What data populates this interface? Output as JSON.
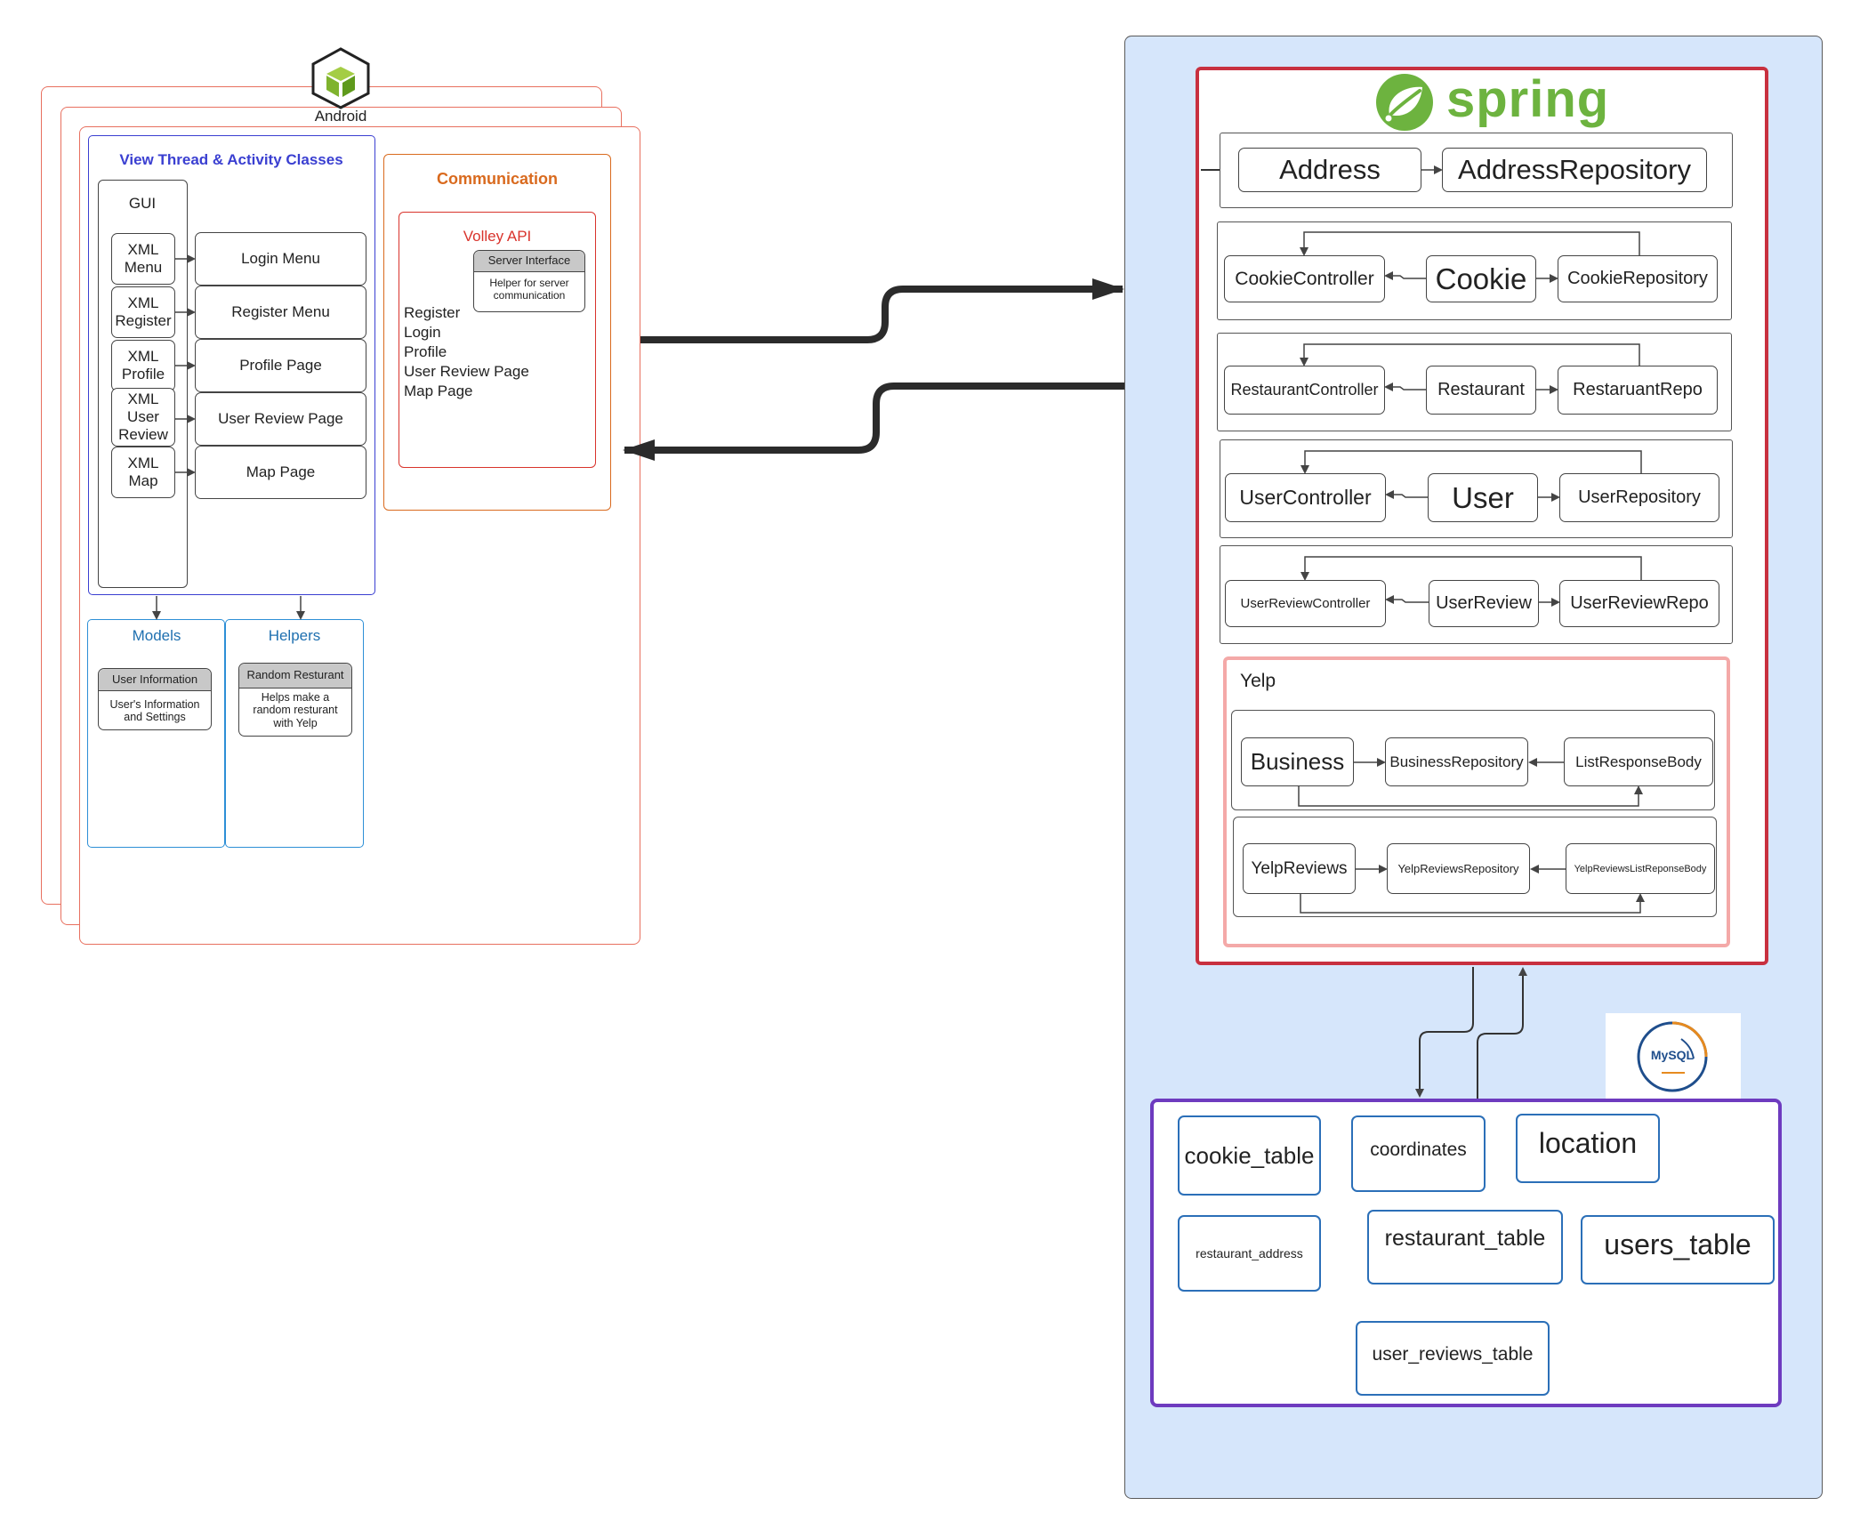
{
  "android": {
    "label": "Android",
    "view_thread": {
      "title": "View Thread & Activity Classes",
      "gui_label": "GUI",
      "xml_items": [
        "XML Menu",
        "XML Register",
        "XML Profile",
        "XML User Review",
        "XML Map"
      ],
      "pages": [
        "Login Menu",
        "Register Menu",
        "Profile Page",
        "User Review Page",
        "Map Page"
      ]
    },
    "communication": {
      "title": "Communication",
      "volley_title": "Volley API",
      "server_interface": {
        "title": "Server Interface",
        "body": "Helper for server communication"
      },
      "requests": [
        "Register",
        "Login",
        "Profile",
        "User Review Page",
        "Map Page"
      ]
    },
    "models": {
      "title": "Models",
      "card": {
        "title": "User Information",
        "body": "User's Information and Settings"
      }
    },
    "helpers": {
      "title": "Helpers",
      "card": {
        "title": "Random Resturant",
        "body": "Helps make a random resturant with Yelp"
      }
    }
  },
  "spring": {
    "logo_text": "spring",
    "address_row": [
      "Address",
      "AddressRepository"
    ],
    "cookie_row": [
      "CookieController",
      "Cookie",
      "CookieRepository"
    ],
    "restaurant_row": [
      "RestaurantController",
      "Restaurant",
      "RestaruantRepo"
    ],
    "user_row": [
      "UserController",
      "User",
      "UserRepository"
    ],
    "userreview_row": [
      "UserReviewController",
      "UserReview",
      "UserReviewRepo"
    ],
    "yelp": {
      "title": "Yelp",
      "business_row": [
        "Business",
        "BusinessRepository",
        "ListResponseBody"
      ],
      "reviews_row": [
        "YelpReviews",
        "YelpReviewsRepository",
        "YelpReviewsListReponseBody"
      ]
    }
  },
  "mysql": {
    "logo_text": "MySQL",
    "tables": [
      "cookie_table",
      "coordinates",
      "location",
      "restaurant_address",
      "restaurant_table",
      "users_table",
      "user_reviews_table"
    ]
  },
  "colors": {
    "android_stack": "#e8705f",
    "view_thread": "#3a3fd1",
    "communication": "#d96a1e",
    "volley": "#d9332c",
    "models_helpers": "#2d8fd6",
    "models_title": "#1f70b0",
    "spring_red": "#c8303f",
    "spring_green": "#6db33f",
    "yelp_pink": "#f4a9a8",
    "mysql_purple": "#6e3bbf",
    "table_border": "#2b6fb8",
    "server_panel": "#d6e6fb"
  }
}
